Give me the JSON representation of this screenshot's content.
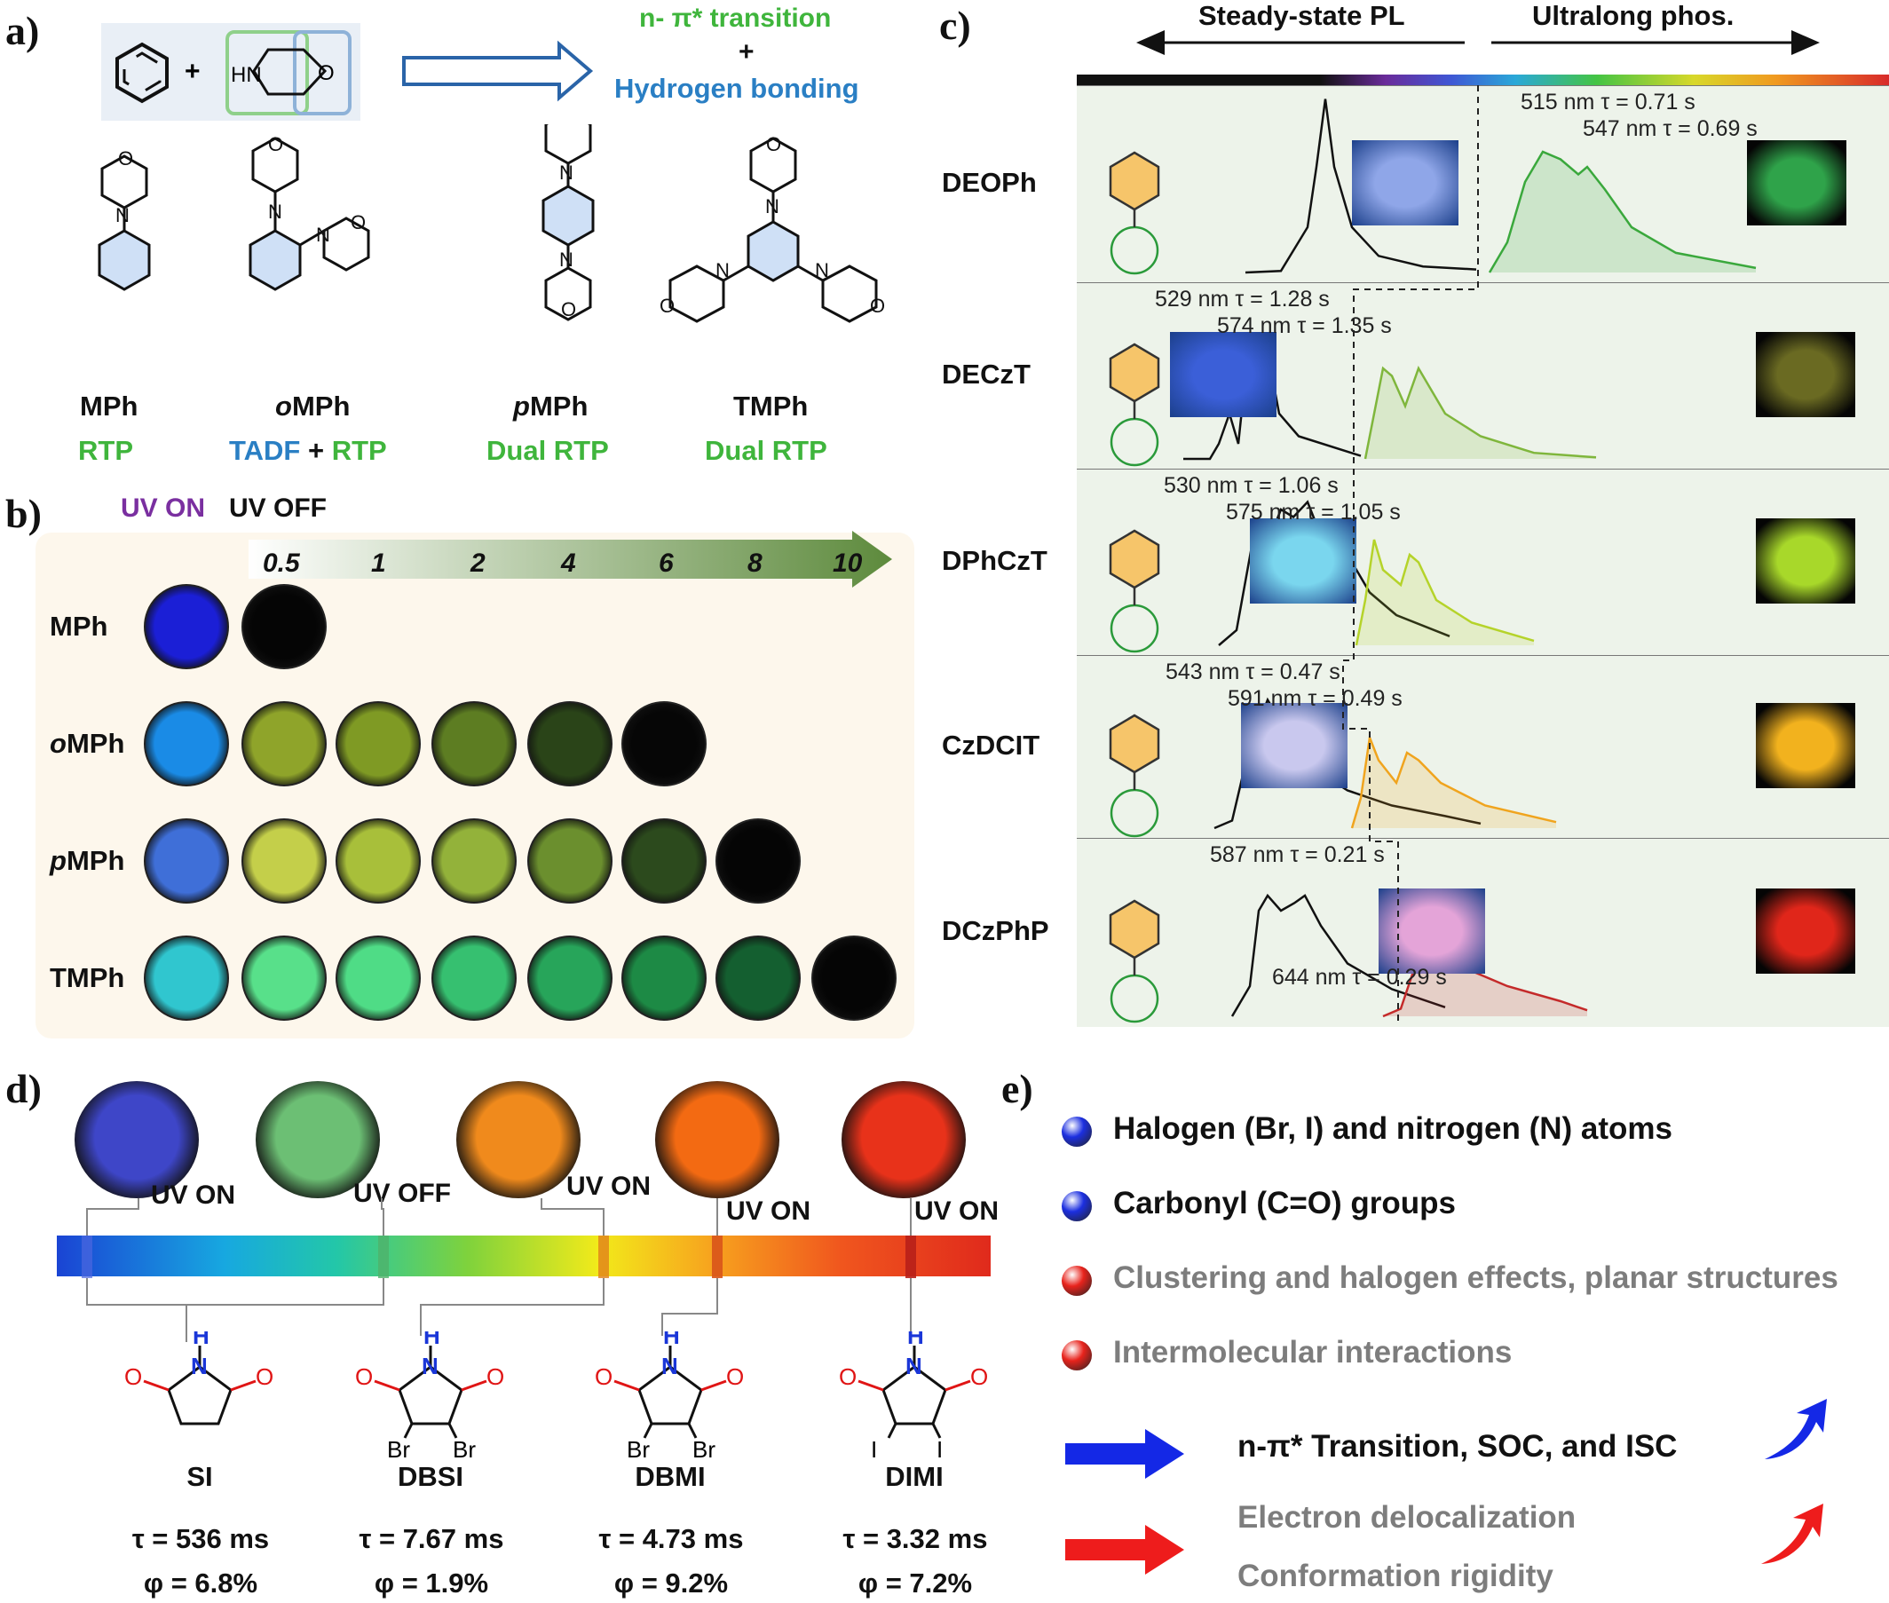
{
  "panels": {
    "a": "a)",
    "b": "b)",
    "c": "c)",
    "d": "d)",
    "e": "e)"
  },
  "a": {
    "mechanism": {
      "line1": "n- π* transition",
      "line2": "+",
      "line3": "Hydrogen bonding"
    },
    "plus": "+",
    "amine_label": "HN",
    "compounds": [
      {
        "name": "MPh",
        "tag1": "RTP",
        "tag2": "",
        "tag3": ""
      },
      {
        "name": "oMPh",
        "tag1": "TADF",
        "tag2": " + ",
        "tag3": "RTP"
      },
      {
        "name": "pMPh",
        "tag1": "Dual RTP",
        "tag2": "",
        "tag3": ""
      },
      {
        "name": "TMPh",
        "tag1": "Dual RTP",
        "tag2": "",
        "tag3": ""
      }
    ]
  },
  "b": {
    "uv_on": "UV ON",
    "uv_off": "UV OFF",
    "times": [
      "0.5",
      "1",
      "2",
      "4",
      "6",
      "8",
      "10"
    ],
    "rows": [
      {
        "name": "MPh",
        "colors": [
          "#1b1fd6",
          "#050505"
        ]
      },
      {
        "name": "oMPh",
        "colors": [
          "#1a8be6",
          "#8fa42a",
          "#7f9a24",
          "#5d7d22",
          "#2a4418",
          "#060606"
        ]
      },
      {
        "name": "pMPh",
        "colors": [
          "#3f6fd8",
          "#c4cf4a",
          "#a8bf3a",
          "#93b23a",
          "#6b8f2e",
          "#2c4a1d",
          "#050505"
        ]
      },
      {
        "name": "TMPh",
        "colors": [
          "#30c6cf",
          "#58e08a",
          "#4fdc86",
          "#36c070",
          "#27a55a",
          "#1d8a45",
          "#145f30",
          "#050505"
        ]
      }
    ]
  },
  "c": {
    "left_header": "Steady-state PL",
    "right_header": "Ultralong phos.",
    "rows": [
      {
        "name": "DEOPh",
        "a1": "515 nm  τ = 0.71 s",
        "a2": "547 nm  τ = 0.69 s",
        "color": "#3aa83c",
        "photo_pl": "#8fa6e8",
        "photo_ph": "#2fa34a"
      },
      {
        "name": "DECzT",
        "a1": "529 nm  τ = 1.28 s",
        "a2": "574 nm  τ = 1.35 s",
        "color": "#7fb63c",
        "photo_pl": "#3b5fd8",
        "photo_ph": "#6a6a22"
      },
      {
        "name": "DPhCzT",
        "a1": "530 nm  τ = 1.06 s",
        "a2": "575 nm  τ = 1.05 s",
        "color": "#b5d32a",
        "photo_pl": "#7ad6ee",
        "photo_ph": "#a8d82a"
      },
      {
        "name": "CzDCIT",
        "a1": "543 nm  τ = 0.47 s",
        "a2": "591 nm  τ = 0.49 s",
        "color": "#f0a41e",
        "photo_pl": "#c9c8ee",
        "photo_ph": "#f2b21e"
      },
      {
        "name": "DCzPhP",
        "a1": "587 nm  τ = 0.21 s",
        "a2": "644 nm  τ = 0.29 s",
        "color": "#c42a2a",
        "photo_pl": "#e4a4d8",
        "photo_ph": "#e0261a"
      }
    ]
  },
  "d": {
    "photos": [
      {
        "label": "UV ON",
        "color": "#3e46c8"
      },
      {
        "label": "UV OFF",
        "color": "#6cbf74"
      },
      {
        "label": "UV ON",
        "color": "#f08a1c"
      },
      {
        "label": "UV ON",
        "color": "#f36a12"
      },
      {
        "label": "UV ON",
        "color": "#e8321a"
      }
    ],
    "molecules": [
      {
        "name": "SI",
        "tau": "τ = 536 ms",
        "phi": "φ = 6.8%",
        "x1": "",
        "x2": ""
      },
      {
        "name": "DBSI",
        "tau": "τ = 7.67 ms",
        "phi": "φ = 1.9%",
        "x1": "Br",
        "x2": "Br"
      },
      {
        "name": "DBMI",
        "tau": "τ = 4.73 ms",
        "phi": "φ = 9.2%",
        "x1": "Br",
        "x2": "Br"
      },
      {
        "name": "DIMI",
        "tau": "τ = 3.32 ms",
        "phi": "φ = 7.2%",
        "x1": "I",
        "x2": "I"
      }
    ],
    "atoms": {
      "H": "H",
      "N": "N",
      "O": "O"
    }
  },
  "e": {
    "items": [
      {
        "text": "Halogen (Br, I) and nitrogen (N) atoms",
        "dot": "blue"
      },
      {
        "text": "Carbonyl (C=O) groups",
        "dot": "blue"
      },
      {
        "text": "Clustering and halogen effects, planar structures",
        "dot": "red"
      },
      {
        "text": "Intermolecular interactions",
        "dot": "red"
      }
    ],
    "blue_effect": "n-π* Transition, SOC, and ISC",
    "blue_effect_prefix": "n",
    "red_effect1": "Electron delocalization",
    "red_effect2": "Conformation rigidity"
  }
}
